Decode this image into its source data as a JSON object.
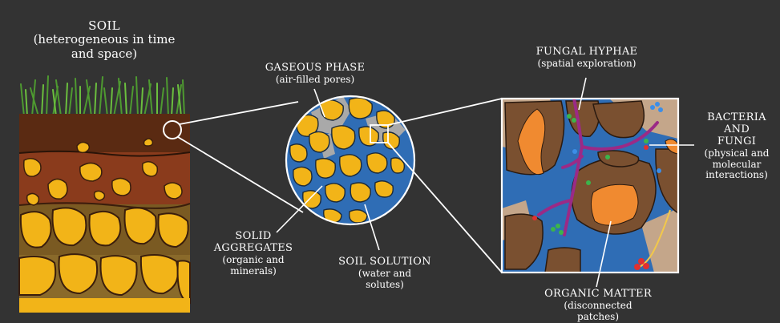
{
  "soil": {
    "title": "SOIL",
    "subtitle": "(heterogeneous in time and space)",
    "subtitle_line1": "(heterogeneous in time",
    "subtitle_line2": "and space)"
  },
  "gaseous": {
    "title": "GASEOUS PHASE",
    "sub": "(air-filled pores)"
  },
  "aggregates": {
    "line1": "SOLID",
    "line2": "AGGREGATES",
    "sub1": "(organic and",
    "sub2": "minerals)"
  },
  "solution": {
    "title": "SOIL SOLUTION",
    "sub1": "(water and",
    "sub2": "solutes)"
  },
  "fungal": {
    "title": "FUNGAL HYPHAE",
    "sub": "(spatial exploration)"
  },
  "bacteria": {
    "line1": "BACTERIA AND",
    "line2": "FUNGI",
    "sub1": "(physical and",
    "sub2": "molecular",
    "sub3": "interactions)"
  },
  "organic": {
    "title": "ORGANIC MATTER",
    "sub": "(disconnected patches)"
  },
  "colors": {
    "background": "#333333",
    "topsoil": "#5a2a12",
    "subsoil": "#8a3b1c",
    "aggregate": "#f2b418",
    "pore_water": "#2f6db5",
    "air": "#a9a9a9",
    "organic_matter": "#f08a30",
    "mineral": "#7a5030",
    "hyphae": "#9b2a86",
    "grass": "#4e9a30"
  }
}
